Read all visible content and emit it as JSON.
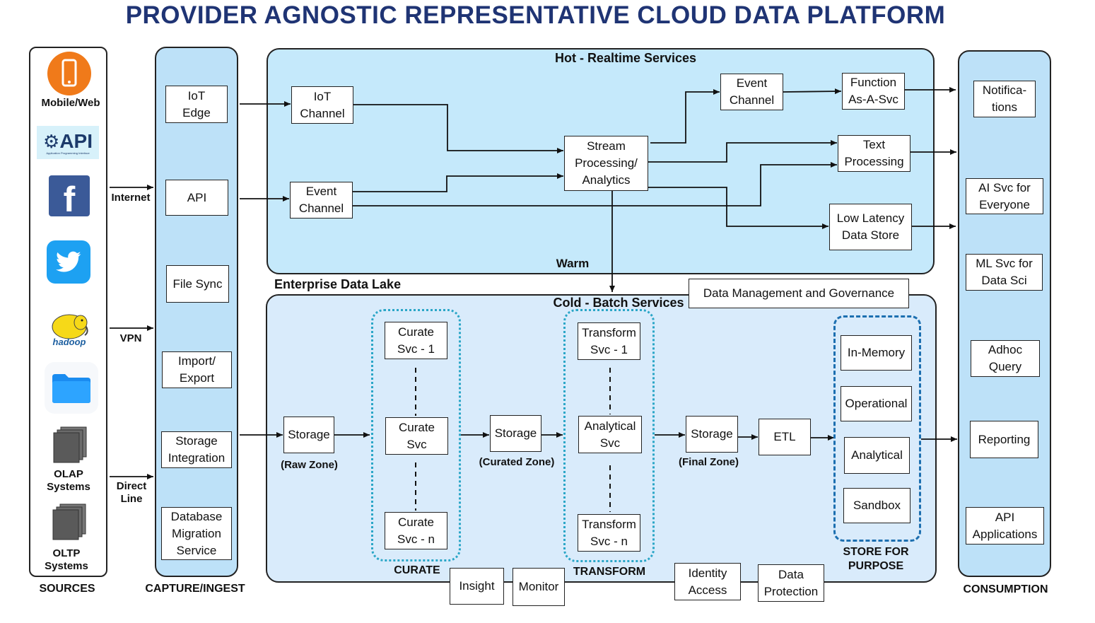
{
  "title": "PROVIDER AGNOSTIC REPRESENTATIVE CLOUD DATA PLATFORM",
  "columns": {
    "sources": "SOURCES",
    "capture": "CAPTURE/INGEST",
    "consumption": "CONSUMPTION"
  },
  "sources": {
    "mobile": "Mobile/Web",
    "api_logo": "API",
    "api_logo_sub": "Application Programming Interface",
    "hadoop_logo": "hadoop",
    "olap": "OLAP\nSystems",
    "oltp": "OLTP\nSystems"
  },
  "connections": {
    "internet": "Internet",
    "vpn": "VPN",
    "direct": "Direct\nLine"
  },
  "capture": {
    "iot_edge": "IoT\nEdge",
    "api": "API",
    "file_sync": "File Sync",
    "import_export": "Import/\nExport",
    "storage_integration": "Storage\nIntegration",
    "dms": "Database\nMigration\nService"
  },
  "hot": {
    "title": "Hot - Realtime Services",
    "iot_channel": "IoT\nChannel",
    "event_channel_in": "Event\nChannel",
    "stream": "Stream\nProcessing/\nAnalytics",
    "event_channel_out": "Event\nChannel",
    "function": "Function\nAs-A-Svc",
    "text": "Text\nProcessing",
    "low_latency": "Low Latency\nData Store",
    "warm": "Warm"
  },
  "lake": {
    "title": "Enterprise Data Lake",
    "governance": "Data Management and Governance"
  },
  "cold": {
    "title": "Cold - Batch Services",
    "storage_raw": "Storage",
    "raw_zone": "(Raw Zone)",
    "curate_1": "Curate\nSvc - 1",
    "curate_svc": "Curate\nSvc",
    "curate_n": "Curate\nSvc - n",
    "curate_label": "CURATE",
    "storage_curated": "Storage",
    "curated_zone": "(Curated Zone)",
    "transform_1": "Transform\nSvc - 1",
    "analytical_svc": "Analytical\nSvc",
    "transform_n": "Transform\nSvc - n",
    "transform_label": "TRANSFORM",
    "storage_final": "Storage",
    "final_zone": "(Final Zone)",
    "etl": "ETL",
    "in_memory": "In-Memory",
    "operational": "Operational",
    "analytical": "Analytical",
    "sandbox": "Sandbox",
    "store_label": "STORE FOR\nPURPOSE"
  },
  "bottom": {
    "insight": "Insight",
    "monitor": "Monitor",
    "identity": "Identity\nAccess",
    "protection": "Data\nProtection"
  },
  "consumption": {
    "notifications": "Notifica-\ntions",
    "ai": "AI Svc for\nEveryone",
    "ml": "ML Svc for\nData Sci",
    "adhoc": "Adhoc\nQuery",
    "reporting": "Reporting",
    "api_apps": "API\nApplications"
  },
  "colors": {
    "title": "#1f3474",
    "lane": "#bde1f8",
    "hot": "#c5e9fb",
    "cold": "#d9ebfb",
    "curate_border": "#2aa6c7",
    "store_border": "#1c6fb0"
  },
  "icons": [
    "phone-icon",
    "api-icon",
    "facebook-icon",
    "twitter-icon",
    "hadoop-icon",
    "folder-icon",
    "olap-stack-icon",
    "oltp-stack-icon"
  ]
}
